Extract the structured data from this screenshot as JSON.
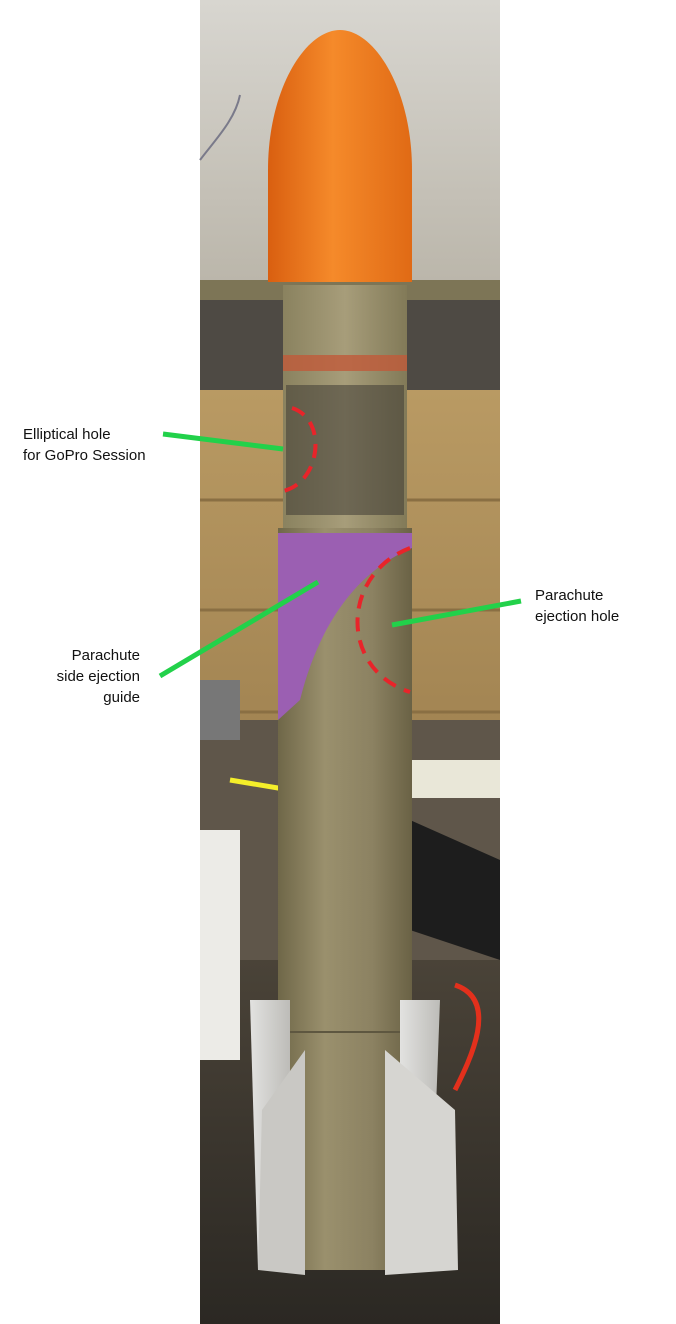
{
  "annotations": {
    "gopro_hole": {
      "line1": "Elliptical hole",
      "line2": "for GoPro Session"
    },
    "side_guide": {
      "line1": "Parachute",
      "line2": "side ejection",
      "line3": "guide"
    },
    "ejection_hole": {
      "line1": "Parachute",
      "line2": "ejection hole"
    }
  },
  "colors": {
    "nose_cone": "#f07a1e",
    "body_tube": "#8e8463",
    "guide": "#9b5fb2",
    "fins": "#cfcfcd",
    "leader_line": "#22d14a",
    "hole_outline": "#e8242a"
  }
}
